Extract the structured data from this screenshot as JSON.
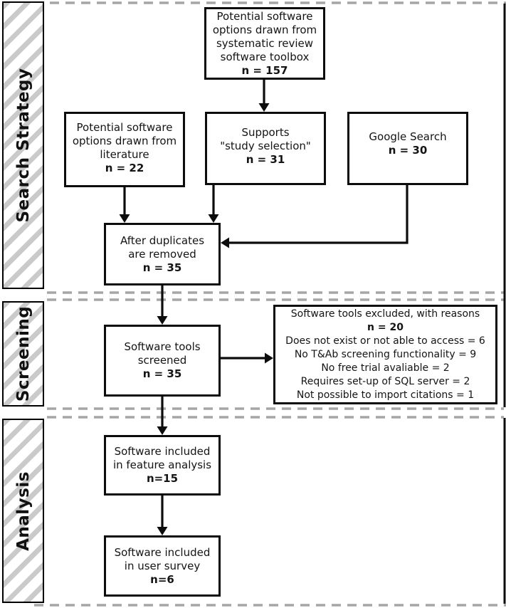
{
  "sections": {
    "search_strategy": "Search Strategy",
    "screening": "Screening",
    "analysis": "Analysis"
  },
  "boxes": {
    "toolbox": {
      "lines": [
        "Potential software",
        "options drawn from",
        "systematic review",
        "software toolbox"
      ],
      "count": "n = 157"
    },
    "literature": {
      "lines": [
        "Potential software",
        "options drawn from",
        "literature"
      ],
      "count": "n = 22"
    },
    "supports": {
      "lines": [
        "Supports",
        "\"study selection\""
      ],
      "count": "n = 31"
    },
    "google": {
      "lines": [
        "Google Search"
      ],
      "count": "n = 30"
    },
    "duplicates": {
      "lines": [
        "After duplicates",
        "are removed"
      ],
      "count": "n = 35"
    },
    "screened": {
      "lines": [
        "Software tools",
        "screened"
      ],
      "count": "n = 35"
    },
    "excluded": {
      "title": "Software tools excluded, with reasons",
      "count": "n = 20",
      "reasons": [
        "Does not exist or not able to access = 6",
        "No T&Ab screening functionality = 9",
        "No free trial avaliable = 2",
        "Requires set-up of SQL server = 2",
        "Not possible to import citations = 1"
      ]
    },
    "feature": {
      "lines": [
        "Software included",
        "in feature analysis"
      ],
      "count": "n=15"
    },
    "survey": {
      "lines": [
        "Software included",
        "in user survey"
      ],
      "count": "n=6"
    }
  },
  "colors": {
    "line_black": "#0c0c0c",
    "hatch_gray": "#cacaca",
    "dash_gray": "#a6a6a6"
  }
}
